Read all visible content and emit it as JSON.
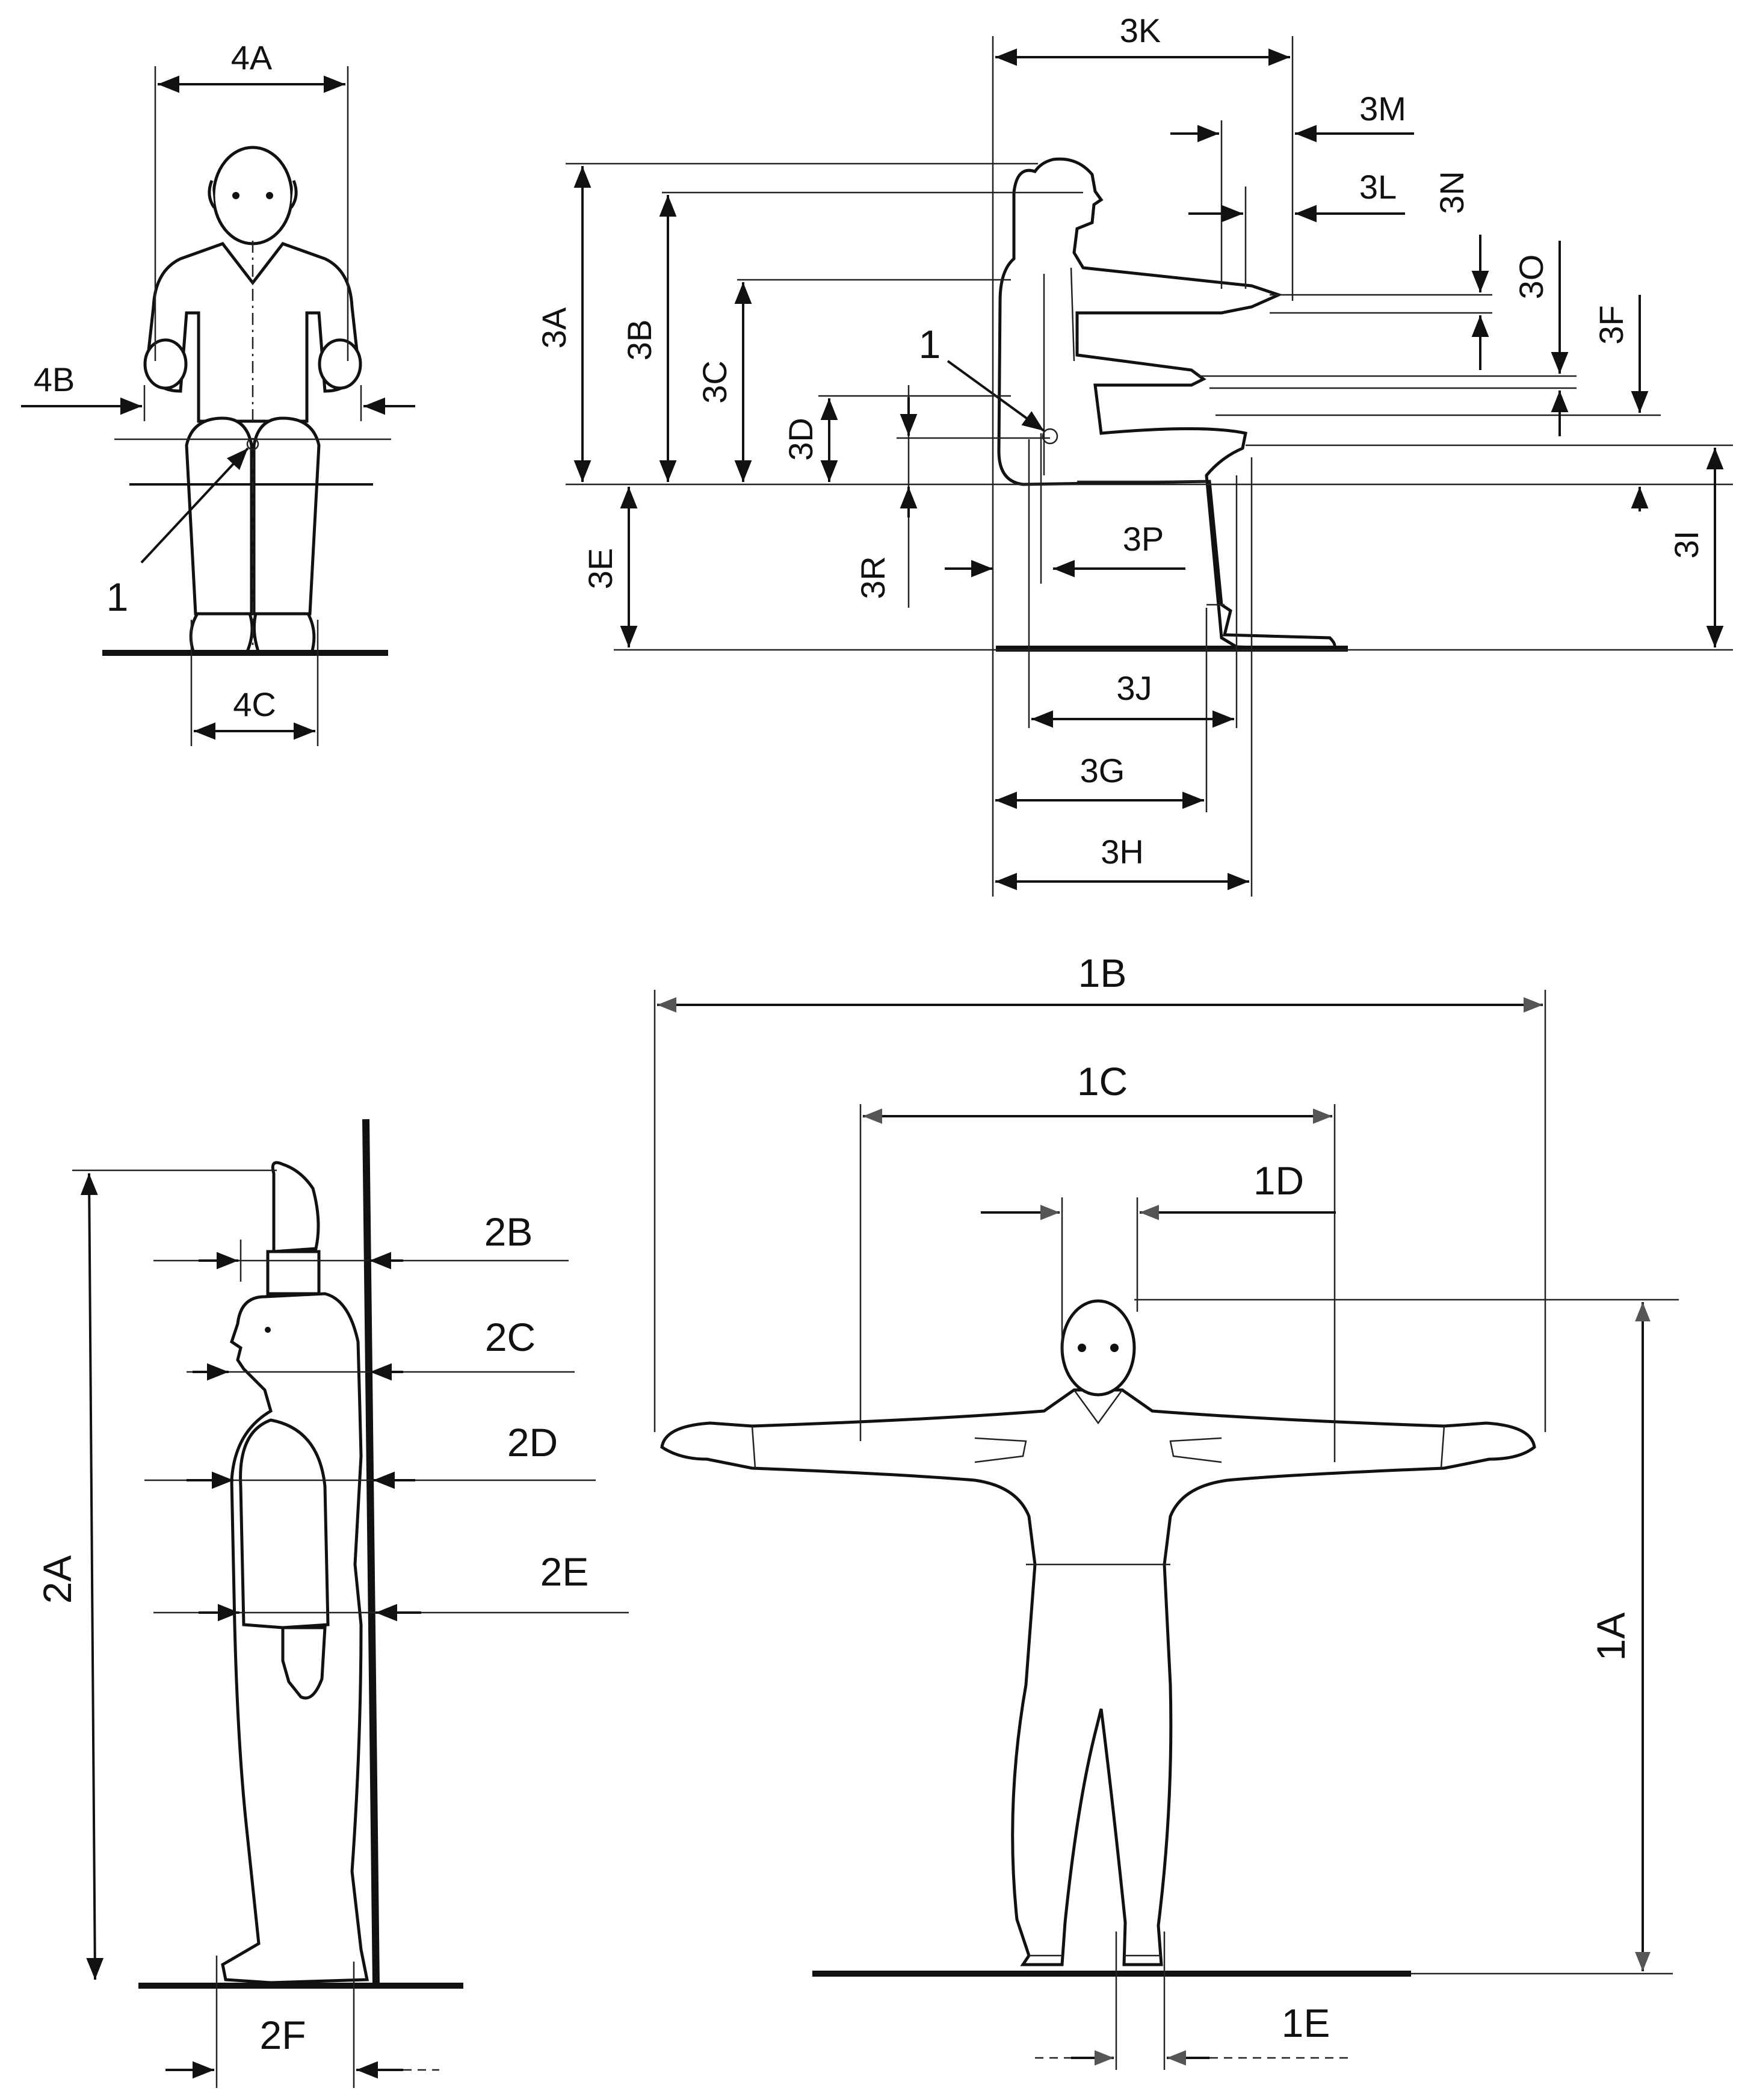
{
  "labels": {
    "d4A": "4A",
    "d4B": "4B",
    "d4C": "4C",
    "ref_front": "1",
    "d3A": "3A",
    "d3B": "3B",
    "d3C": "3C",
    "d3D": "3D",
    "d3E": "3E",
    "d3F": "3F",
    "d3G": "3G",
    "d3H": "3H",
    "d3I": "3I",
    "d3J": "3J",
    "d3K": "3K",
    "d3L": "3L",
    "d3M": "3M",
    "d3N": "3N",
    "d3O": "3O",
    "d3P": "3P",
    "d3R": "3R",
    "ref_side": "1",
    "d2A": "2A",
    "d2B": "2B",
    "d2C": "2C",
    "d2D": "2D",
    "d2E": "2E",
    "d2F": "2F",
    "d1A": "1A",
    "d1B": "1B",
    "d1C": "1C",
    "d1D": "1D",
    "d1E": "1E"
  },
  "colors": {
    "line": "#111111",
    "arrow_grey": "#555555",
    "background": "#ffffff"
  }
}
